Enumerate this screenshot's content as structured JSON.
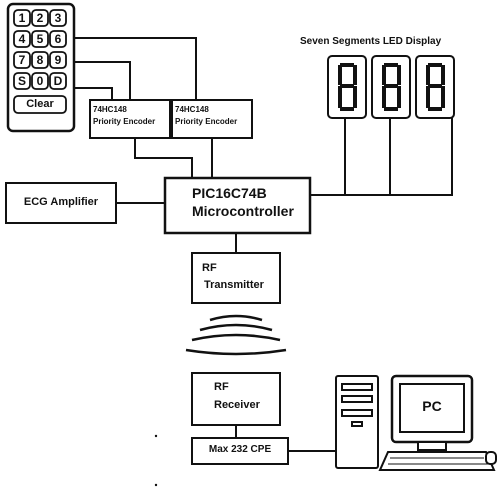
{
  "keypad": {
    "keys": [
      "1",
      "2",
      "3",
      "4",
      "5",
      "6",
      "7",
      "8",
      "9",
      "S",
      "0",
      "D"
    ],
    "clear_label": "Clear"
  },
  "encoder_left": {
    "line1": "74HC148",
    "line2": "Priority Encoder"
  },
  "encoder_right": {
    "line1": "74HC148",
    "line2": "Priority Encoder"
  },
  "display": {
    "title": "Seven Segments LED Display"
  },
  "ecg": {
    "label": "ECG Amplifier"
  },
  "mcu": {
    "line1": "PIC16C74B",
    "line2": "Microcontroller"
  },
  "transmitter": {
    "line1": "RF",
    "line2": "Transmitter"
  },
  "receiver": {
    "line1": "RF",
    "line2": "Receiver"
  },
  "max232": {
    "label": "Max 232 CPE"
  },
  "pc": {
    "label": "PC"
  }
}
